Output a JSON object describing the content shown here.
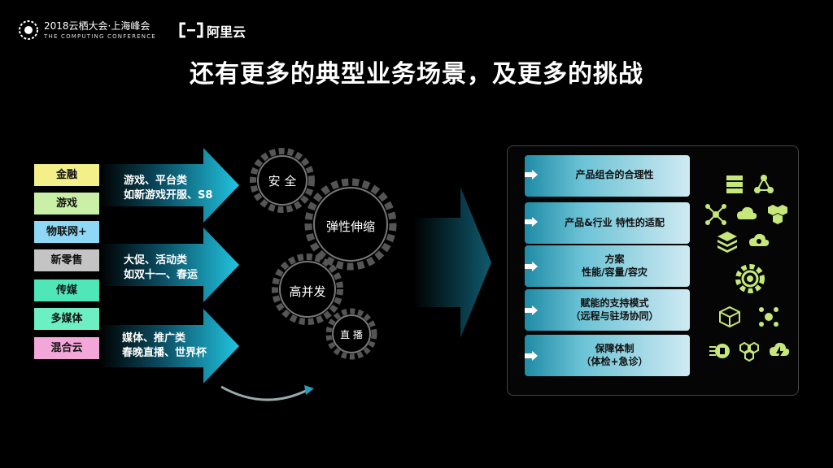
{
  "header": {
    "conference_title": "2018云栖大会·上海峰会",
    "conference_subtitle": "THE COMPUTING CONFERENCE",
    "brand": "阿里云"
  },
  "title": "还有更多的典型业务场景，及更多的挑战",
  "industries": [
    {
      "label": "金融",
      "color": "#f3f08a"
    },
    {
      "label": "游戏",
      "color": "#c9f0a6"
    },
    {
      "label": "物联网+",
      "color": "#8fd8f5"
    },
    {
      "label": "新零售",
      "color": "#c4c4c4"
    },
    {
      "label": "传媒",
      "color": "#4fe7b8"
    },
    {
      "label": "多媒体",
      "color": "#6cf0c3"
    },
    {
      "label": "混合云",
      "color": "#f3a7d9"
    }
  ],
  "scenarios": [
    {
      "line1": "游戏、平台类",
      "line2": "如新游戏开服、S8"
    },
    {
      "line1": "大促、活动类",
      "line2": "如双十一、春运"
    },
    {
      "line1": "媒体、推广类",
      "line2": "春晚直播、世界杯"
    }
  ],
  "gears": [
    "安 全",
    "弹性伸缩",
    "高并发",
    "直 播"
  ],
  "challenges": [
    {
      "line1": "产品组合的合理性",
      "line2": ""
    },
    {
      "line1": "产品&行业 特性的适配",
      "line2": ""
    },
    {
      "line1": "方案",
      "line2": "性能/容量/容灾"
    },
    {
      "line1": "赋能的支持模式",
      "line2": "（远程与驻场协同）"
    },
    {
      "line1": "保障体制",
      "line2": "（体检+急诊）"
    }
  ],
  "colors": {
    "accent": "#21c4e0",
    "icon": "#c6e87a",
    "panel_border": "#444444"
  }
}
